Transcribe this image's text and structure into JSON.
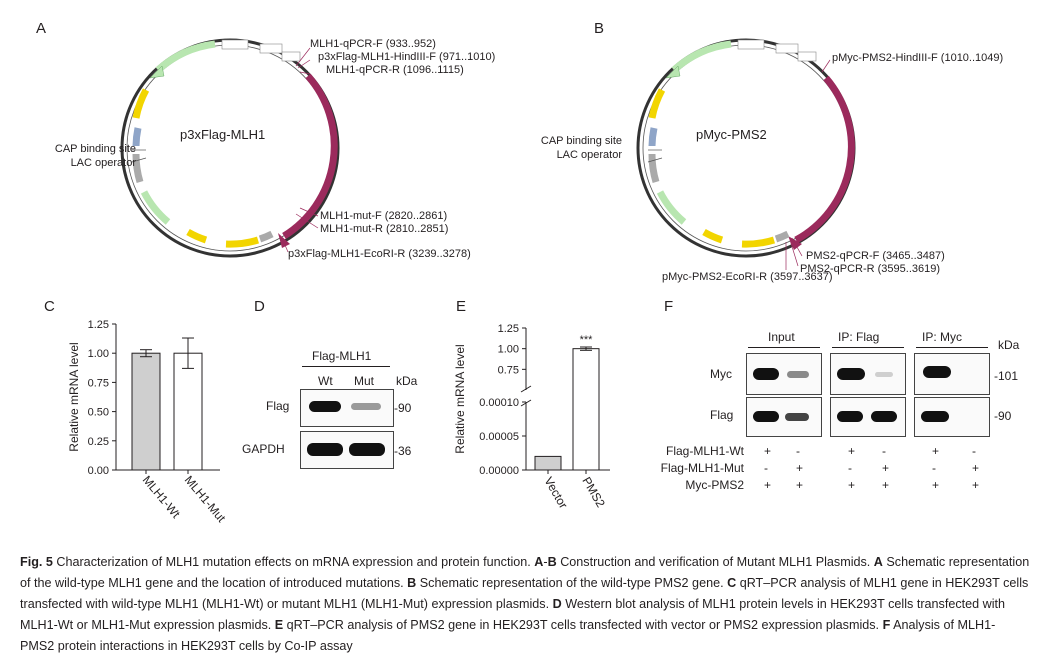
{
  "panels": {
    "A": "A",
    "B": "B",
    "C": "C",
    "D": "D",
    "E": "E",
    "F": "F"
  },
  "panel_a": {
    "plasmid_name": "p3xFlag-MLH1",
    "left_labels": [
      "CAP binding site",
      "LAC operator"
    ],
    "top_labels": [
      "MLH1-qPCR-F (933..952)",
      "p3xFlag-MLH1-HindIII-F (971..1010)",
      "MLH1-qPCR-R (1096..1115)"
    ],
    "bottom_labels": [
      "MLH1-mut-F (2820..2861)",
      "MLH1-mut-R (2810..2851)",
      "p3xFlag-MLH1-EcoRI-R (3239..3278)"
    ]
  },
  "panel_b": {
    "plasmid_name": "pMyc-PMS2",
    "left_labels": [
      "CAP binding site",
      "LAC operator"
    ],
    "top_labels": [
      "pMyc-PMS2-HindIII-F (1010..1049)"
    ],
    "bottom_labels": [
      "PMS2-qPCR-F (3465..3487)",
      "PMS2-qPCR-R (3595..3619)",
      "pMyc-PMS2-EcoRI-R (3597..3637)"
    ]
  },
  "panel_d": {
    "header": "Flag-MLH1",
    "lanes": [
      "Wt",
      "Mut"
    ],
    "unit": "kDa",
    "rows": [
      {
        "label": "Flag",
        "kda": "-90"
      },
      {
        "label": "GAPDH",
        "kda": "-36"
      }
    ]
  },
  "panel_f": {
    "groups": [
      "Input",
      "IP:  Flag",
      "IP:  Myc"
    ],
    "unit": "kDa",
    "rows": [
      {
        "label": "Myc",
        "kda": "-101"
      },
      {
        "label": "Flag",
        "kda": "-90"
      }
    ],
    "conditions": [
      {
        "label": "Flag-MLH1-Wt",
        "marks": [
          "+",
          "-",
          "+",
          "-",
          "+",
          "-"
        ]
      },
      {
        "label": "Flag-MLH1-Mut",
        "marks": [
          "-",
          "+",
          "-",
          "+",
          "-",
          "+"
        ]
      },
      {
        "label": "Myc-PMS2",
        "marks": [
          "+",
          "+",
          "+",
          "+",
          "+",
          "+"
        ]
      }
    ]
  },
  "chart_data": [
    {
      "type": "bar",
      "panel": "C",
      "categories": [
        "MLH1-Wt",
        "MLH1-Mut"
      ],
      "values": [
        1.0,
        1.0
      ],
      "errors": [
        0.03,
        0.13
      ],
      "ylabel": "Relative mRNA level",
      "ylim": [
        0,
        1.25
      ],
      "yticks": [
        "0.00",
        "0.25",
        "0.50",
        "0.75",
        "1.00",
        "1.25"
      ],
      "bar_colors": [
        "#cfcfcf",
        "#ffffff"
      ]
    },
    {
      "type": "bar",
      "panel": "E",
      "categories": [
        "Vector",
        "PMS2"
      ],
      "values": [
        2e-05,
        1.0
      ],
      "errors": [
        0.0,
        0.02
      ],
      "ylabel": "Relative mRNA level",
      "axis_break": true,
      "ylim_lower": [
        0,
        0.0001
      ],
      "ylim_upper": [
        0.5,
        1.25
      ],
      "yticks_lower": [
        "0.00000",
        "0.00005",
        "0.00010"
      ],
      "yticks_upper": [
        "0.75",
        "1.00",
        "1.25"
      ],
      "annotation": "***",
      "bar_colors": [
        "#cfcfcf",
        "#ffffff"
      ]
    }
  ],
  "caption": {
    "fig_label": "Fig. 5",
    "intro": "Characterization of MLH1 mutation effects on mRNA expression and protein function.",
    "ab_label": "A",
    "ab_dash": "-",
    "ab_label2": "B",
    "ab_text": "Construction and verification of Mutant MLH1 Plasmids.",
    "a_label": "A",
    "a_text": "Schematic representation of the wild-type MLH1 gene and the location of introduced mutations.",
    "b_label": "B",
    "b_text": "Schematic representation of the wild-type PMS2 gene.",
    "c_label": "C",
    "c_text": "qRT–PCR analysis of MLH1 gene in HEK293T cells transfected with wild-type MLH1 (MLH1-Wt) or mutant MLH1 (MLH1-Mut) expression plasmids.",
    "d_label": "D",
    "d_text": "Western blot analysis of MLH1 protein levels in HEK293T cells transfected with MLH1-Wt or MLH1-Mut expression plasmids.",
    "e_label": "E",
    "e_text": "qRT–PCR analysis of PMS2 gene in HEK293T cells transfected with vector or PMS2 expression plasmids.",
    "f_label": "F",
    "f_text": "Analysis of MLH1- PMS2 protein interactions in HEK293T cells by Co-IP assay"
  }
}
